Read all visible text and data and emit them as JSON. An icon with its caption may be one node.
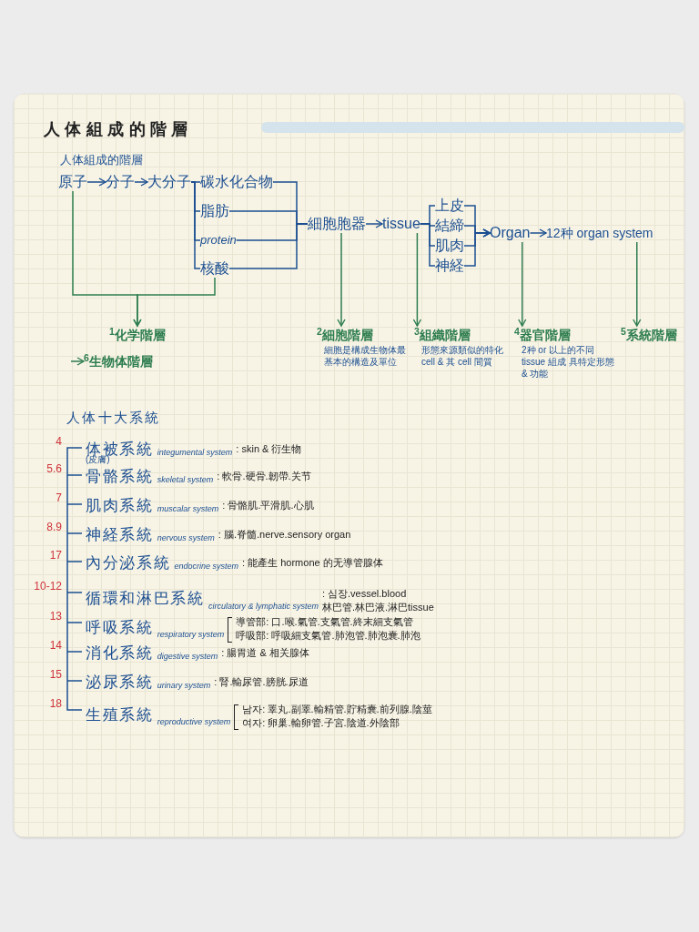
{
  "diagram": {
    "title": "人体組成的階層",
    "nodes": [
      {
        "text": [
          "原子"
        ]
      },
      {
        "text": [
          "分子"
        ]
      },
      {
        "text": [
          "大分子"
        ]
      },
      {
        "text": [
          "碳水化合物"
        ]
      },
      {
        "text": [
          "脂肪"
        ]
      },
      {
        "text": [
          "protein"
        ]
      },
      {
        "text": [
          "核酸"
        ]
      },
      {
        "text": [
          "細胞胞器"
        ]
      },
      {
        "text": [
          "tissue"
        ]
      },
      {
        "text": [
          "上皮"
        ]
      },
      {
        "text": [
          "結締"
        ]
      },
      {
        "text": [
          "肌肉"
        ]
      },
      {
        "text": [
          "神経"
        ]
      },
      {
        "text": [
          "Organ"
        ]
      },
      {
        "text": [
          "12种 organ system"
        ]
      },
      {
        "text": [
          "$^{1}$化学階層"
        ]
      },
      {
        "text": [
          "$^{2}$細胞階層",
          "細胞是構成生物体最基本的構造及單位"
        ]
      },
      {
        "text": [
          "$^{3}$組織階層",
          "形態來源類似的特化 cell & 其 cell 間質"
        ]
      },
      {
        "text": [
          "$^{4}$器官階層",
          "2种 or 以上的不同 tissue 組成 具特定形態 & 功能"
        ]
      },
      {
        "text": [
          "$^{5}$系統階層"
        ]
      },
      {
        "text": [
          "$^{6}$生物体階層"
        ]
      }
    ],
    "edges": [
      {
        "from": 0,
        "to": 1,
        "arrow": "to"
      },
      {
        "from": 1,
        "to": 2,
        "arrow": "to"
      },
      {
        "from": 2,
        "to": 3,
        "arrow": "none"
      },
      {
        "from": 2,
        "to": 4,
        "arrow": "none"
      },
      {
        "from": 2,
        "to": 5,
        "arrow": "none"
      },
      {
        "from": 2,
        "to": 6,
        "arrow": "none"
      },
      {
        "from": 3,
        "to": 7,
        "arrow": "none"
      },
      {
        "from": 4,
        "to": 7,
        "arrow": "none"
      },
      {
        "from": 5,
        "to": 7,
        "arrow": "none"
      },
      {
        "from": 6,
        "to": 7,
        "arrow": "none"
      },
      {
        "from": 7,
        "to": 8,
        "arrow": "to"
      },
      {
        "from": 8,
        "to": 9,
        "arrow": "none"
      },
      {
        "from": 8,
        "to": 10,
        "arrow": "none"
      },
      {
        "from": 8,
        "to": 11,
        "arrow": "none"
      },
      {
        "from": 8,
        "to": 12,
        "arrow": "none"
      },
      {
        "from": 9,
        "to": 13,
        "arrow": "to"
      },
      {
        "from": 10,
        "to": 13,
        "arrow": "to"
      },
      {
        "from": 11,
        "to": 13,
        "arrow": "to"
      },
      {
        "from": 12,
        "to": 13,
        "arrow": "to"
      },
      {
        "from": 13,
        "to": 14,
        "arrow": "to"
      },
      {
        "from": 0,
        "to": 15,
        "arrow": "to",
        "color": "#2e7d4f"
      },
      {
        "from": 6,
        "to": 15,
        "arrow": "to",
        "color": "#2e7d4f"
      },
      {
        "from": 7,
        "to": 16,
        "arrow": "to",
        "color": "#2e7d4f"
      },
      {
        "from": 8,
        "to": 17,
        "arrow": "to",
        "color": "#2e7d4f"
      },
      {
        "from": 13,
        "to": 18,
        "arrow": "to",
        "color": "#2e7d4f"
      },
      {
        "from": 14,
        "to": 19,
        "arrow": "to",
        "color": "#2e7d4f"
      },
      {
        "from": null,
        "to": 20,
        "arrow": "to",
        "color": "#2e7d4f"
      }
    ],
    "labels": [
      "人体組成的階層",
      "人体十大系統",
      "4",
      "体被系統",
      "(皮膚)",
      "integumental system",
      ": skin & 衍生物",
      "5.6",
      "骨骼系統",
      "skeletal system",
      ": 軟骨.硬骨.韌帶.关节",
      "7",
      "肌肉系統",
      "muscalar system",
      ": 骨骼肌.平滑肌.心肌",
      "8.9",
      "神経系統",
      "nervous system",
      ": 腦.脊髓.nerve.sensory organ",
      "17",
      "內分泌系統",
      "endocrine system",
      ": 能產生 hormone 的无導管腺体",
      "10-12",
      "循環和淋巴系統",
      "circulatory & lymphatic system",
      ": 심장.vessel.blood",
      "林巴管.林巴液.淋巴tissue",
      "13",
      "呼吸系統",
      "respiratory system",
      "導管部: 口.喉.氣管.支氣管.終末細支氣管",
      "呼吸部: 呼吸細支氣管.肺泡管.肺泡囊.肺泡",
      "14",
      "消化系統",
      "digestive system",
      ": 腸胃道 & 相关腺体",
      "15",
      "泌尿系統",
      "urinary system",
      ": 腎.輸尿管.膀胱.尿道",
      "18",
      "生殖系統",
      "reproductive system",
      "남자: 睪丸.副睪.輸精管.貯精囊.前列腺.陰莖",
      "여자: 卵巢.輸卵管.子宮.陰道.外陰部"
    ]
  }
}
